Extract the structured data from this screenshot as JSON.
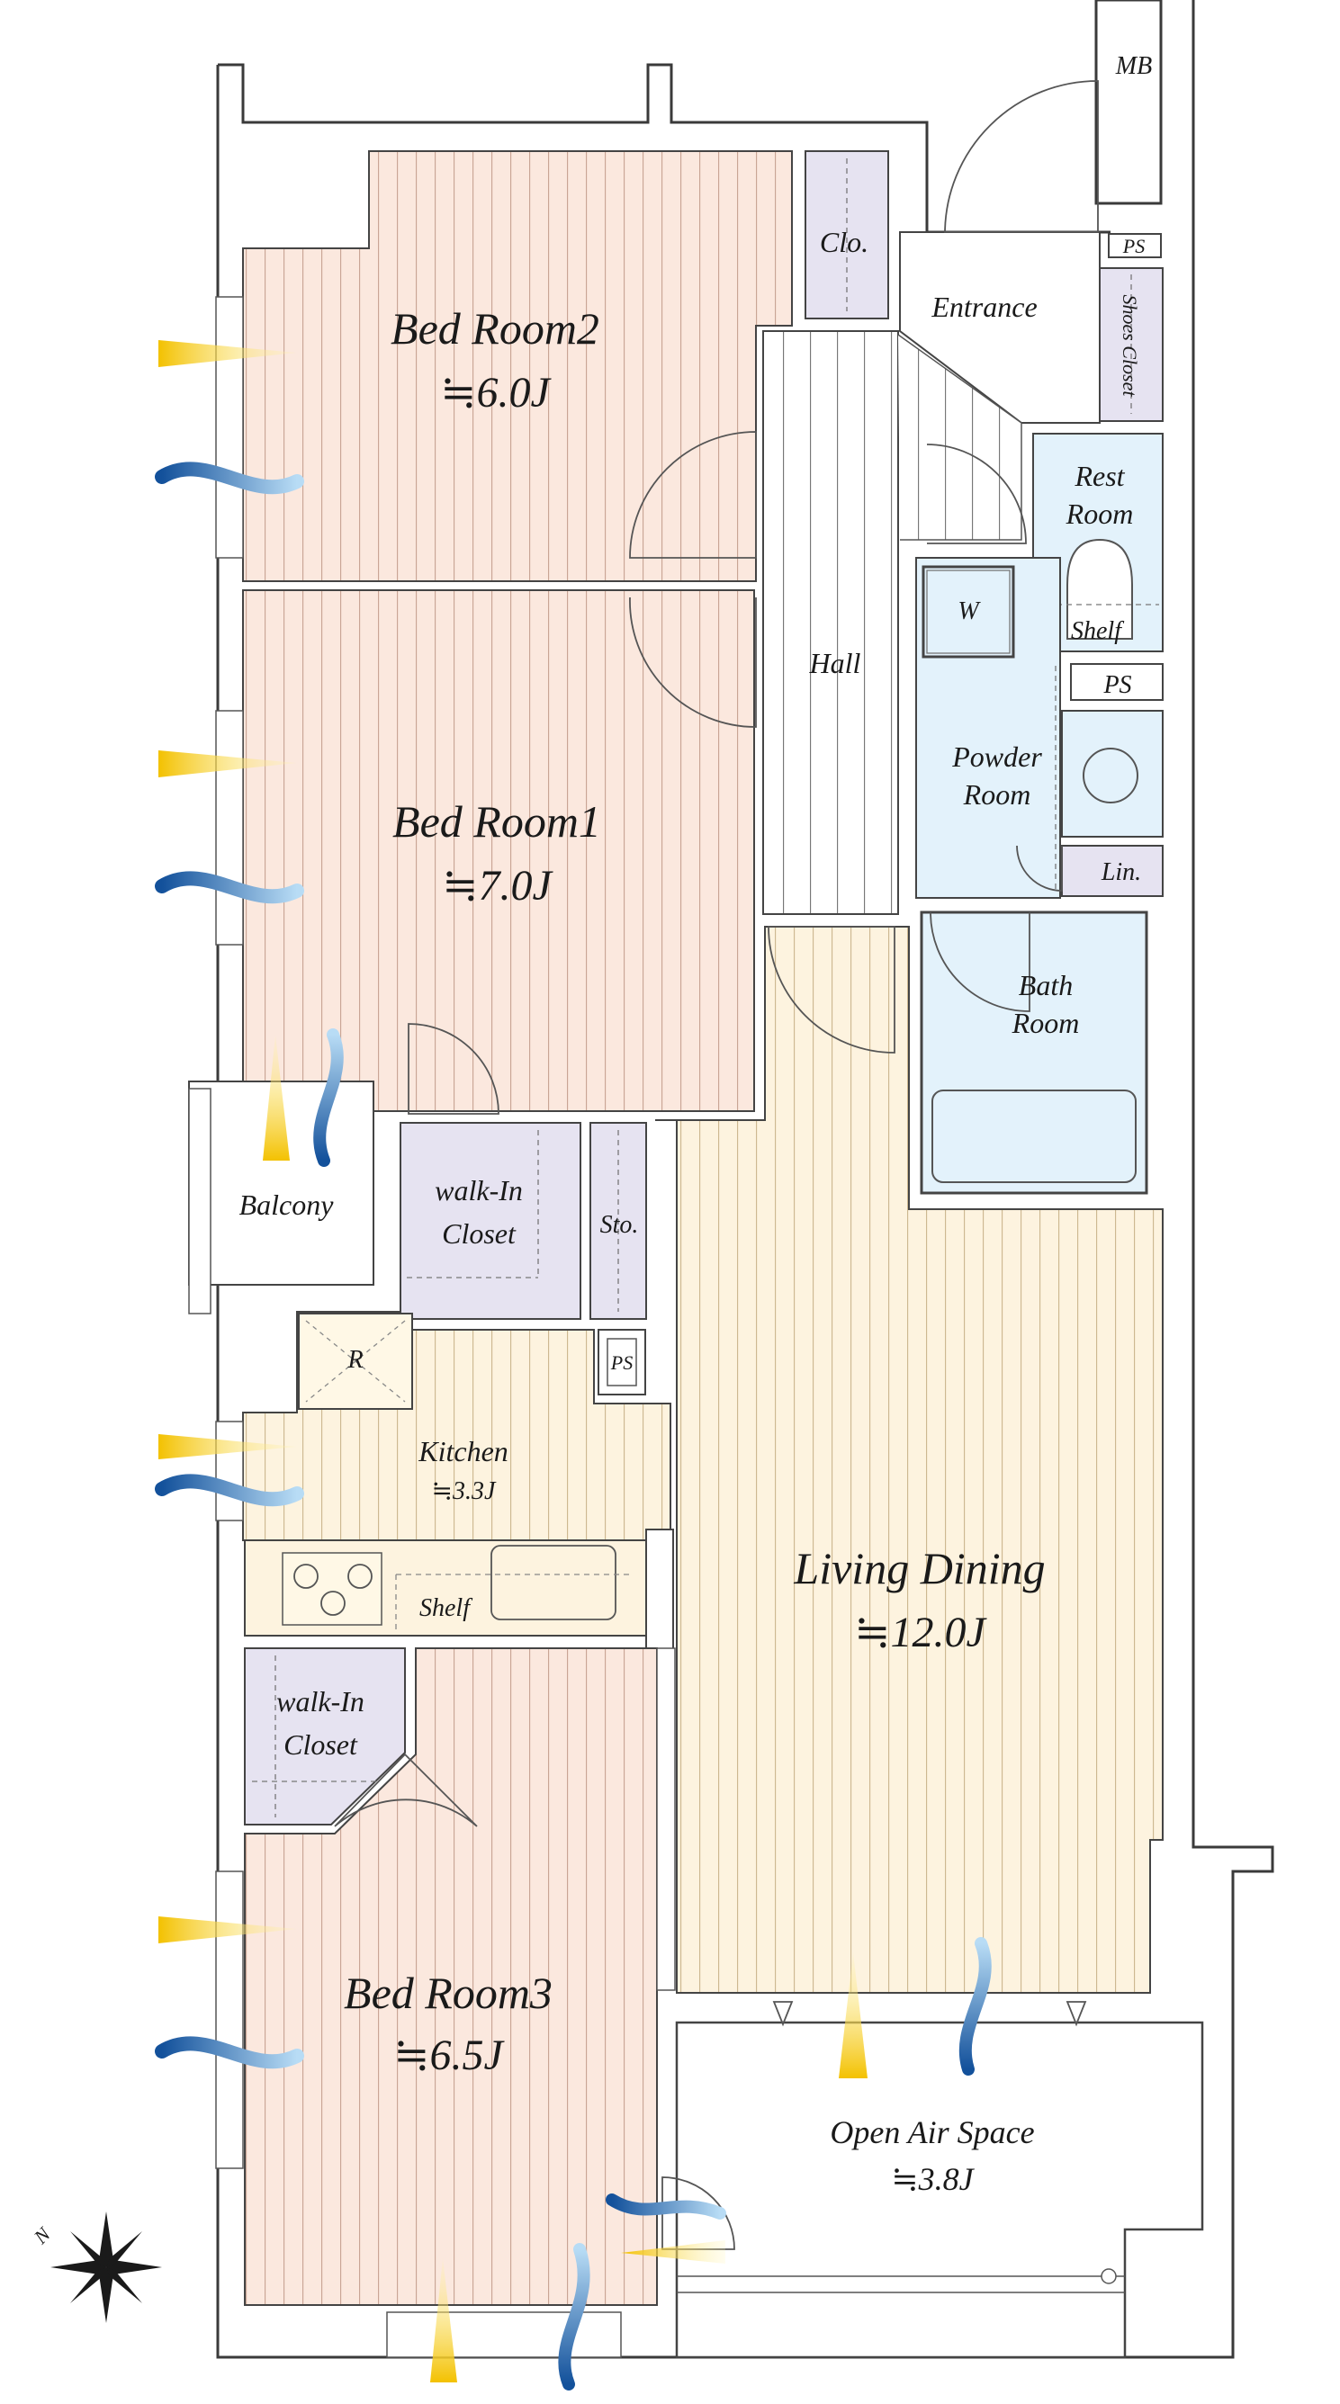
{
  "rooms": {
    "bedroom2": {
      "name": "Bed Room2",
      "area": "≒6.0J"
    },
    "bedroom1": {
      "name": "Bed Room1",
      "area": "≒7.0J"
    },
    "bedroom3": {
      "name": "Bed Room3",
      "area": "≒6.5J"
    },
    "living": {
      "name": "Living Dining",
      "area": "≒12.0J"
    },
    "kitchen": {
      "name": "Kitchen",
      "area": "≒3.3J"
    },
    "open_air": {
      "name": "Open Air Space",
      "area": "≒3.8J"
    },
    "hall": {
      "name": "Hall"
    },
    "entrance": {
      "name": "Entrance"
    },
    "balcony": {
      "name": "Balcony"
    },
    "powder": {
      "line1": "Powder",
      "line2": "Room"
    },
    "bath": {
      "line1": "Bath",
      "line2": "Room"
    },
    "rest": {
      "line1": "Rest",
      "line2": "Room"
    },
    "closet_upper": {
      "line1": "walk-In",
      "line2": "Closet"
    },
    "closet_lower": {
      "line1": "walk-In",
      "line2": "Closet"
    }
  },
  "fixtures": {
    "mb": "MB",
    "clo": "Clo.",
    "ps_top": "PS",
    "shoes": "Shoes Closet",
    "w": "W",
    "shelf_rest": "Shelf",
    "ps_mid": "PS",
    "lin": "Lin.",
    "sto": "Sto.",
    "ps_small": "PS",
    "r": "R",
    "shelf_kitchen": "Shelf"
  },
  "compass": {
    "label": "N"
  },
  "colors": {
    "bedroom_floor": "#fbe8de",
    "living_floor": "#fdf3df",
    "wet_area": "#e3f2fb",
    "closet": "#e6e3f1",
    "light_arrow": "#f5c800",
    "wind_arrow": "#1c5ea8"
  }
}
